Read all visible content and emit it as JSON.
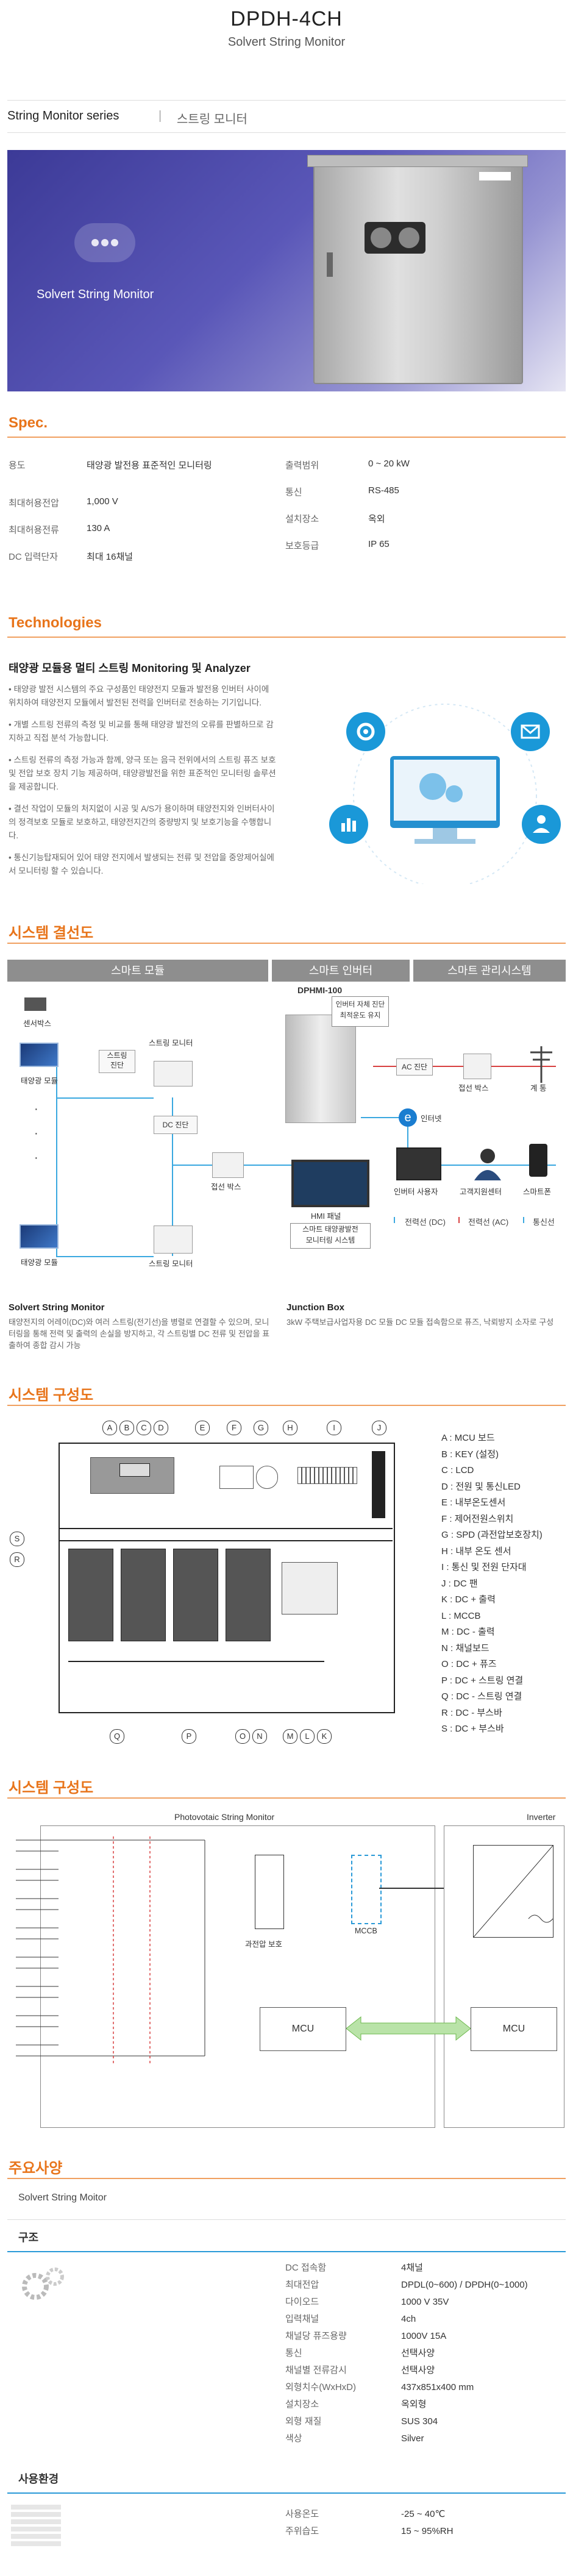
{
  "header": {
    "title": "DPDH-4CH",
    "subtitle": "Solvert String Monitor"
  },
  "series": {
    "label_en": "String Monitor series",
    "separator": "|",
    "label_ko": "스트링 모니터"
  },
  "hero": {
    "caption": "Solvert String Monitor",
    "colors": {
      "bg_start": "#3c3a97",
      "bg_end": "#e6e5f3"
    }
  },
  "spec": {
    "heading": "Spec.",
    "left": [
      {
        "key": "용도",
        "value": "태양광 발전용 표준적인 모니터링"
      },
      {
        "key": "최대허용전압",
        "value": "1,000 V"
      },
      {
        "key": "최대허용전류",
        "value": "130 A"
      },
      {
        "key": "DC 입력단자",
        "value": "최대 16채널"
      }
    ],
    "right": [
      {
        "key": "출력범위",
        "value": "0 ~ 20 kW"
      },
      {
        "key": "통신",
        "value": "RS-485"
      },
      {
        "key": "설치장소",
        "value": "옥외"
      },
      {
        "key": "보호등급",
        "value": "IP 65"
      }
    ]
  },
  "technologies": {
    "heading": "Technologies",
    "title": "태양광 모듈용 멀티 스트링 Monitoring 및 Analyzer",
    "bullets": [
      "태양광 발전 시스템의 주요 구성품인 태양전지 모듈과 발전용 인버터 사이에 위치하여 태양전지 모듈에서 발전된 전력을 인버터로 전송하는 기기입니다.",
      "개별 스트링 전류의 측정 및 비교를 통해 태양광 발전의 오류를 판별하므로 감지하고 직접 분석 가능합니다.",
      "스트링 전류의 측정 가능과 함께, 양극 또는 음극 전위에서의 스트링 퓨즈 보호 및 전압 보호 장치 기능 제공하며, 태양광발전을 위한 표준적인 모니터링 솔루션을 제공합니다.",
      "결선 작업이 모듈의 처지없이 시공 및 A/S가 용이하며 태양전지와 인버터사이의 정격보호 모듈로 보호하고, 태양전지간의 중량방지 및 보호기능을 수행합니다.",
      "통신기능탑재되어 있어 태양 전지에서 발생되는 전류 및 전압을 중앙제어실에서 모니터링 할 수 있습니다."
    ],
    "icons": [
      "gear-icon",
      "email-icon",
      "chart-icon",
      "person-icon"
    ]
  },
  "wiring": {
    "heading": "시스템 결선도",
    "bands": [
      "스마트 모듈",
      "스마트 인버터",
      "스마트 관리시스템"
    ],
    "model": "DPHMI-100",
    "labels": {
      "sensor_box": "센서박스",
      "solar_module_top": "태양광 모듈",
      "solar_module_bottom": "태양광 모듈",
      "string_monitor_top": "스트링 모니터",
      "string_monitor_bottom": "스트링 모니터",
      "string_diag": "스트링\n진단",
      "dc_diag": "DC 진단",
      "junction_box_mid": "접선 박스",
      "inverter_note": "인버터 자체 진단\n최적운도 유지",
      "hmi_panel": "HMI 패널",
      "smart_monitor": "스마트 태양광발전\n모니터링 시스템",
      "ac_diag": "AC 진단",
      "junction_box_right": "접선 박스",
      "grid": "계 통",
      "internet": "인터넷",
      "inverter_user": "인버터 사용자",
      "support_center": "고객지원센터",
      "smartphone": "스마트폰"
    },
    "dots": [
      "·",
      "·",
      "·"
    ],
    "legend": [
      "전력선 (DC)",
      "전력선 (AC)",
      "통신선"
    ],
    "desc_left_title": "Solvert String Monitor",
    "desc_left": "태양전지의 어레이(DC)와 여러 스트링(전기선)을 병렬로 연결할 수 있으며, 모니터링을 통해 전력 및 출력의 손실을 방지하고, 각 스트링별 DC 전류 및 전압을 표출하여 종합 감시 가능",
    "desc_right_title": "Junction Box",
    "desc_right": "3kW 주택보급사업자용 DC 모듈 DC 모듈 접속함으로 퓨즈, 낙뢰방지 소자로 구성"
  },
  "composition1": {
    "heading": "시스템 구성도",
    "top_labels": [
      "A",
      "B",
      "C",
      "D",
      "E",
      "F",
      "G",
      "H",
      "I",
      "J"
    ],
    "left_labels": [
      "S",
      "R"
    ],
    "bottom_labels": [
      "Q",
      "P",
      "O",
      "N",
      "M",
      "L",
      "K"
    ],
    "legend": [
      {
        "key": "A",
        "text": "MCU 보드"
      },
      {
        "key": "B",
        "text": "KEY (설정)"
      },
      {
        "key": "C",
        "text": "LCD"
      },
      {
        "key": "D",
        "text": "전원 및 통신LED"
      },
      {
        "key": "E",
        "text": "내부온도센서"
      },
      {
        "key": "F",
        "text": "제어전원스위치"
      },
      {
        "key": "G",
        "text": "SPD (과전압보호장치)"
      },
      {
        "key": "H",
        "text": "내부 온도 센서"
      },
      {
        "key": "I",
        "text": "통신 및 전원 단자대"
      },
      {
        "key": "J",
        "text": "DC 팬"
      },
      {
        "key": "K",
        "text": "DC + 출력"
      },
      {
        "key": "L",
        "text": "MCCB"
      },
      {
        "key": "M",
        "text": "DC - 출력"
      },
      {
        "key": "N",
        "text": "채널보드"
      },
      {
        "key": "O",
        "text": "DC + 퓨즈"
      },
      {
        "key": "P",
        "text": "DC + 스트링 연결"
      },
      {
        "key": "Q",
        "text": "DC - 스트링 연결"
      },
      {
        "key": "R",
        "text": "DC - 부스바"
      },
      {
        "key": "S",
        "text": "DC + 부스바"
      }
    ]
  },
  "composition2": {
    "heading": "시스템 구성도",
    "box_title": "Photovotaic String Monitor",
    "inverter_title": "Inverter",
    "protect": "과전압 보호",
    "mccb": "MCCB",
    "mcu_left": "MCU",
    "mcu_right": "MCU"
  },
  "main_spec": {
    "heading": "주요사양",
    "product": "Solvert String Moitor",
    "structure_title": "구조",
    "rows": [
      {
        "key": "DC 접속함",
        "value": "4채널"
      },
      {
        "key": "최대전압",
        "value": "DPDL(0~600) / DPDH(0~1000)"
      },
      {
        "key": "다이오드",
        "value": "1000 V 35V"
      },
      {
        "key": "입력채널",
        "value": "4ch"
      },
      {
        "key": "채널당 퓨즈용량",
        "value": "1000V 15A"
      },
      {
        "key": "통신",
        "value": "선택사양"
      },
      {
        "key": "채널별 전류감시",
        "value": "선택사양"
      },
      {
        "key": "외형치수(WxHxD)",
        "value": "437x851x400 mm"
      },
      {
        "key": "설치장소",
        "value": "옥외형"
      },
      {
        "key": "외형 재질",
        "value": "SUS 304"
      },
      {
        "key": "색상",
        "value": "Silver"
      }
    ],
    "env_title": "사용환경",
    "env_rows": [
      {
        "key": "사용온도",
        "value": "-25 ~ 40℃"
      },
      {
        "key": "주위습도",
        "value": "15 ~ 95%RH"
      }
    ]
  },
  "colors": {
    "accent": "#e8741a",
    "blue": "#1a98d8",
    "band_gray": "#8e8e8e"
  }
}
